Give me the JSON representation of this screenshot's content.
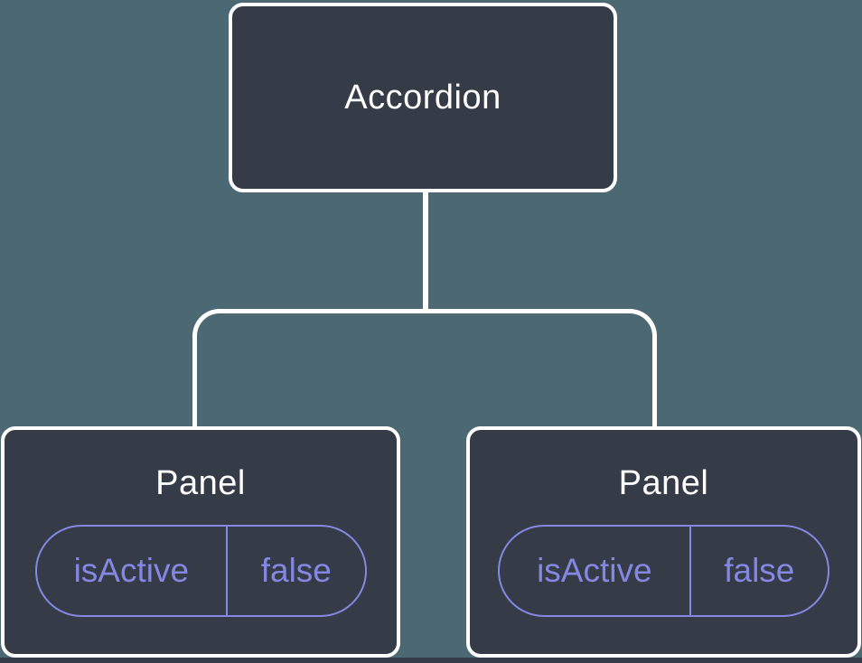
{
  "diagram": {
    "root_node": {
      "label": "Accordion"
    },
    "panels": [
      {
        "label": "Panel",
        "state_name": "isActive",
        "state_value": "false"
      },
      {
        "label": "Panel",
        "state_name": "isActive",
        "state_value": "false"
      }
    ],
    "colors": {
      "canvas_background": "#4c6872",
      "node_fill": "#353b47",
      "node_border": "#ffffff",
      "connector": "#ffffff",
      "state_accent": "#8488e2",
      "label_text": "#ffffff"
    }
  }
}
